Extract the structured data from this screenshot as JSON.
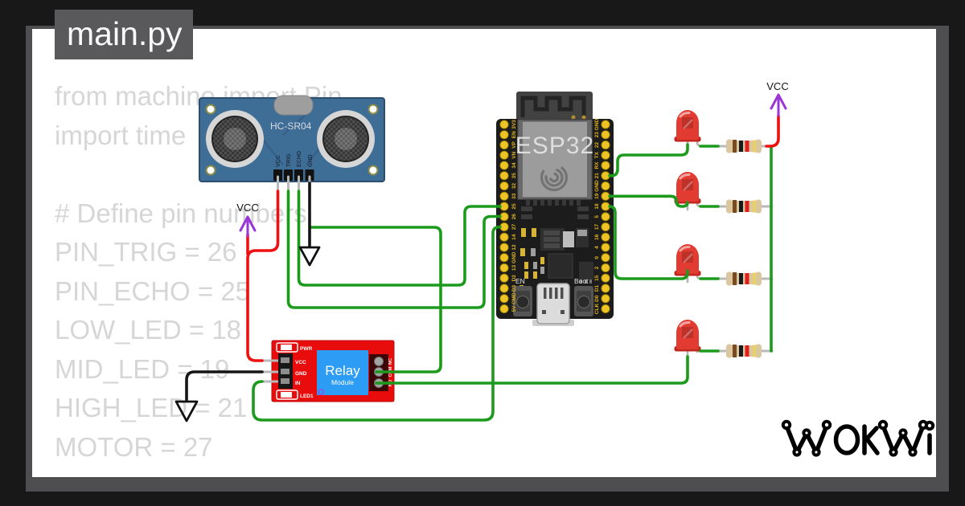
{
  "window": {
    "tab_title": "main.py"
  },
  "code": {
    "lines": [
      "from machine import Pin",
      "import time",
      "",
      "# Define pin numbers",
      "PIN_TRIG = 26",
      "PIN_ECHO = 25",
      "LOW_LED = 18",
      "MID_LED = 19",
      "HIGH_LED = 21",
      "MOTOR = 27"
    ]
  },
  "components": {
    "hcsr04": {
      "name": "HC-SR04",
      "pins": [
        "VCC",
        "TRIG",
        "ECHO",
        "GND"
      ]
    },
    "esp32": {
      "name": "ESP32",
      "left_pins": [
        "3V3",
        "EN",
        "VP",
        "VN",
        "34",
        "35",
        "32",
        "33",
        "25",
        "26",
        "27",
        "14",
        "12",
        "GND",
        "13",
        "D2",
        "D3",
        "CMD",
        "5V"
      ],
      "right_pins": [
        "GND",
        "23",
        "22",
        "TX",
        "RX",
        "21",
        "GND",
        "19",
        "18",
        "5",
        "17",
        "16",
        "4",
        "0",
        "2",
        "15",
        "D1",
        "D0",
        "CLK"
      ],
      "buttons": {
        "en": "EN",
        "boot": "Boot"
      }
    },
    "relay": {
      "title": "Relay",
      "subtitle": "Module",
      "indicator_pwr": "PWR",
      "indicator_led1": "LED1",
      "pins": [
        "VCC",
        "GND",
        "IN"
      ],
      "terminals": [
        "NC",
        "COM",
        "NO"
      ]
    },
    "power": {
      "vcc_label": "VCC"
    },
    "leds": {
      "count": 4,
      "color": "red"
    },
    "resistors": {
      "count": 4,
      "bands": [
        "brown",
        "black",
        "red",
        "gold"
      ]
    }
  },
  "logo": {
    "text": "WOKWI"
  },
  "colors": {
    "frame_bg": "#181818",
    "shadow": "#4e4e50",
    "card_bg": "#ffffff",
    "tab_bg": "#59595b",
    "code_text": "#d6d6d6",
    "wire_green": "#1b9a1b",
    "wire_red": "#ee1111",
    "wire_black": "#151515",
    "vcc_purple": "#9a35d6",
    "sensor_blue": "#3e6d96",
    "relay_red": "#e80c0c",
    "relay_blue": "#2d9cf4",
    "esp_board": "#1c1c1c",
    "pin_gold": "#eec326",
    "led_red": "#e23b31",
    "resistor_body": "#dbc79e"
  }
}
